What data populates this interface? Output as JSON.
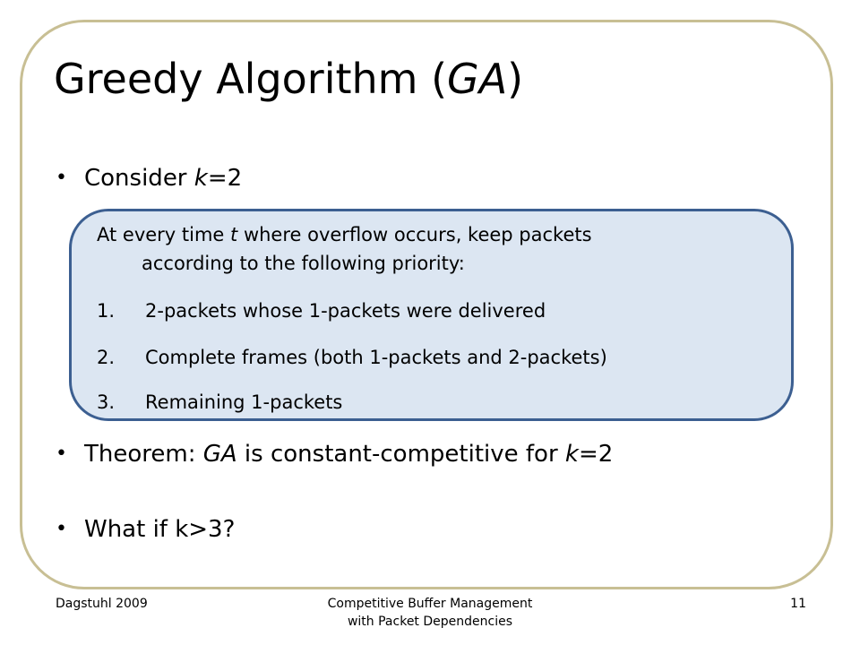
{
  "title": {
    "main": "Greedy Algorithm (",
    "italic": "GA",
    "close": ")"
  },
  "bullets": [
    {
      "pre": "Consider ",
      "var": "k",
      "post": "=2"
    },
    {
      "pre": "Theorem: ",
      "var1": "GA",
      "mid": " is constant-competitive for ",
      "var2": "k",
      "post": "=2"
    },
    {
      "text": "What if k>3?"
    }
  ],
  "box": {
    "intro_pre": "At every time ",
    "intro_var": "t",
    "intro_post": " where overflow occurs, keep packets",
    "intro_cont": "according to the following priority:",
    "items": [
      {
        "num": "1.",
        "text": "2-packets whose 1-packets were delivered"
      },
      {
        "num": "2.",
        "text": "Complete frames (both 1-packets and 2-packets)"
      },
      {
        "num": "3.",
        "text": "Remaining 1-packets"
      }
    ]
  },
  "footer": {
    "left": "Dagstuhl 2009",
    "center_line1": "Competitive Buffer Management",
    "center_line2": "with Packet Dependencies",
    "page": "11"
  },
  "colors": {
    "frame_border": "#c8bf94",
    "box_fill": "#dce6f2",
    "box_border": "#3c5f91"
  }
}
